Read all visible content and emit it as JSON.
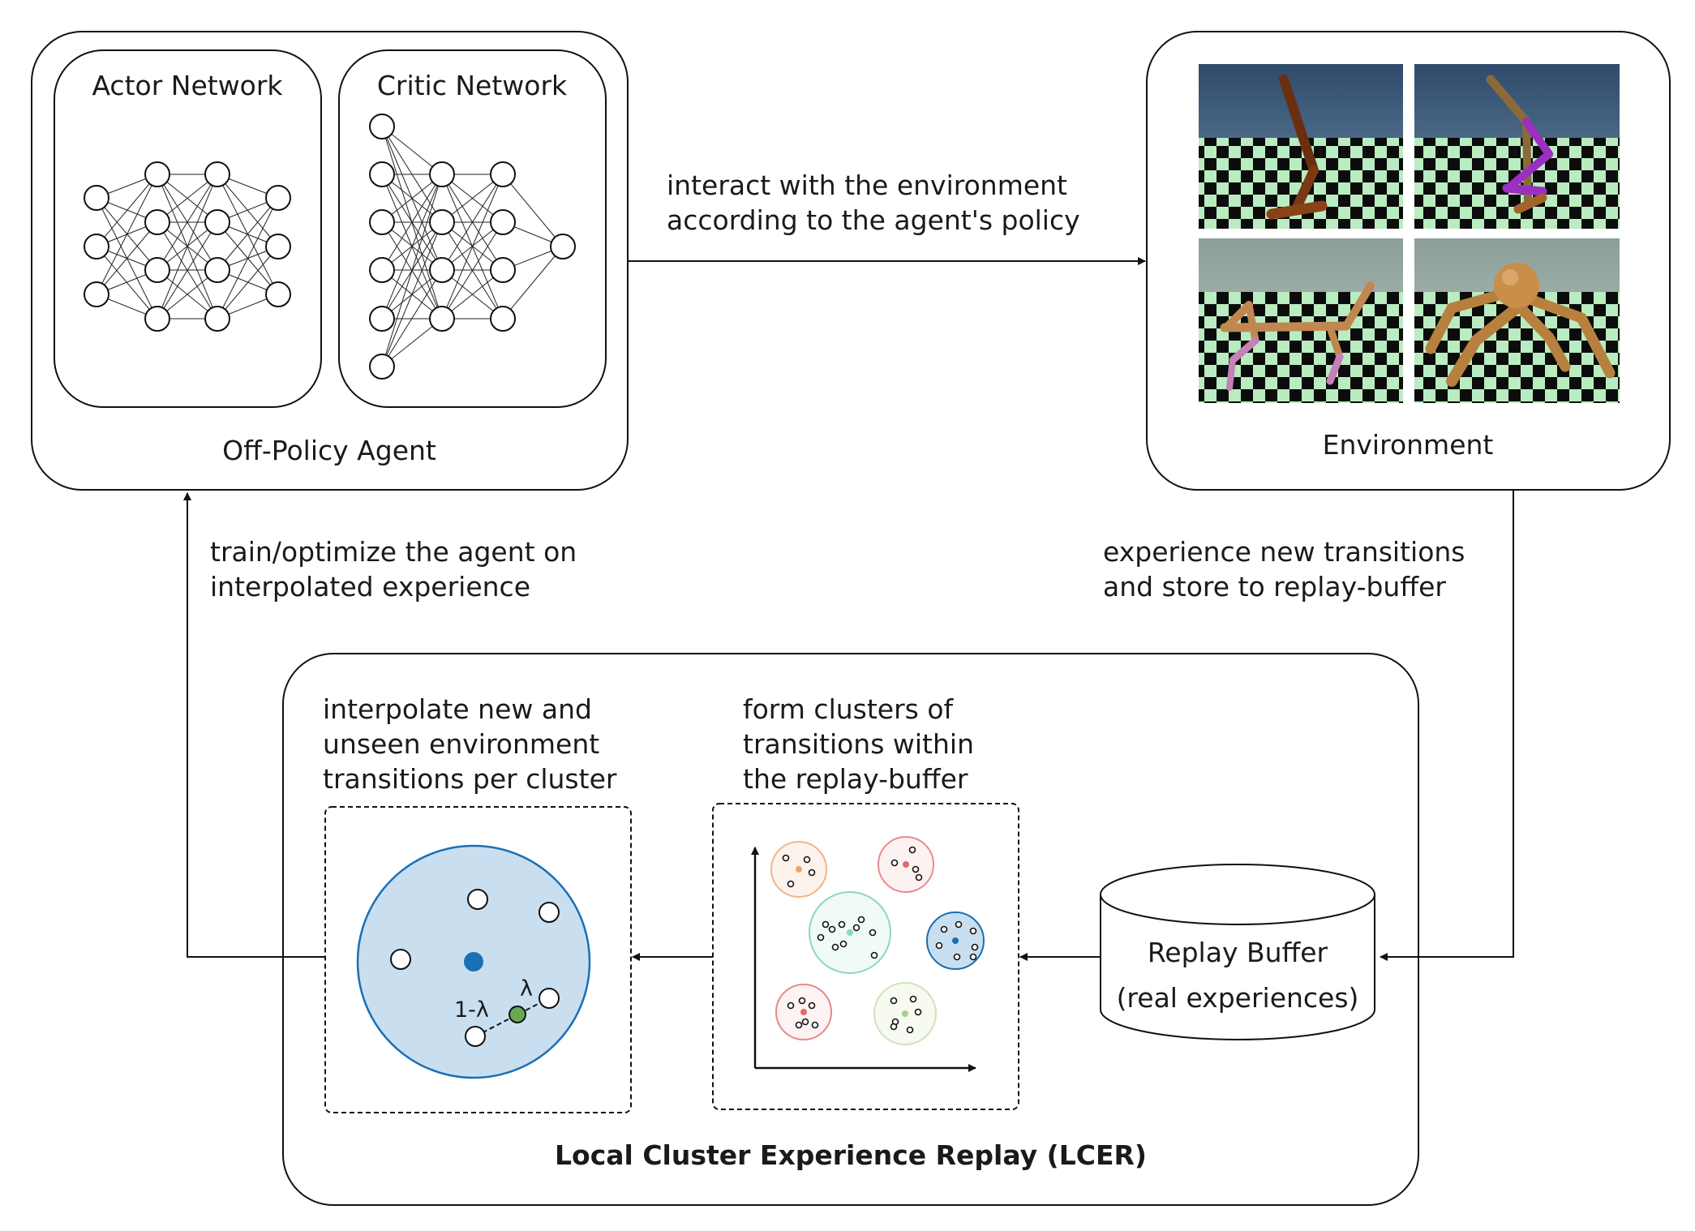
{
  "agent": {
    "actor_title": "Actor Network",
    "critic_title": "Critic Network",
    "label": "Off-Policy Agent"
  },
  "environment": {
    "label": "Environment",
    "thumbnails": [
      "hopper",
      "walker",
      "half-cheetah",
      "ant"
    ]
  },
  "edges": {
    "interact": [
      "interact with the environment",
      "according to the agent's policy"
    ],
    "train": [
      "train/optimize the agent on",
      "interpolated experience"
    ],
    "experience": [
      "experience new transitions",
      "and store to replay-buffer"
    ]
  },
  "lcer": {
    "title": "Local Cluster Experience Replay (LCER)",
    "interpolate_caption": [
      "interpolate new and",
      "unseen environment",
      "transitions per cluster"
    ],
    "cluster_caption": [
      "form clusters of",
      "transitions within",
      "the replay-buffer"
    ],
    "lambda_label": "λ",
    "one_minus_lambda_label": "1-λ"
  },
  "replay_buffer": {
    "line1": "Replay Buffer",
    "line2": "(real experiences)"
  },
  "colors": {
    "cluster_fill": "#c9dff0",
    "cluster_stroke": "#1a6fb5",
    "centroid": "#1a6fb5",
    "interpolated_point": "#6aa84f",
    "checker_light": "#b9ecc0",
    "checker_dark": "#0c0c0c"
  }
}
